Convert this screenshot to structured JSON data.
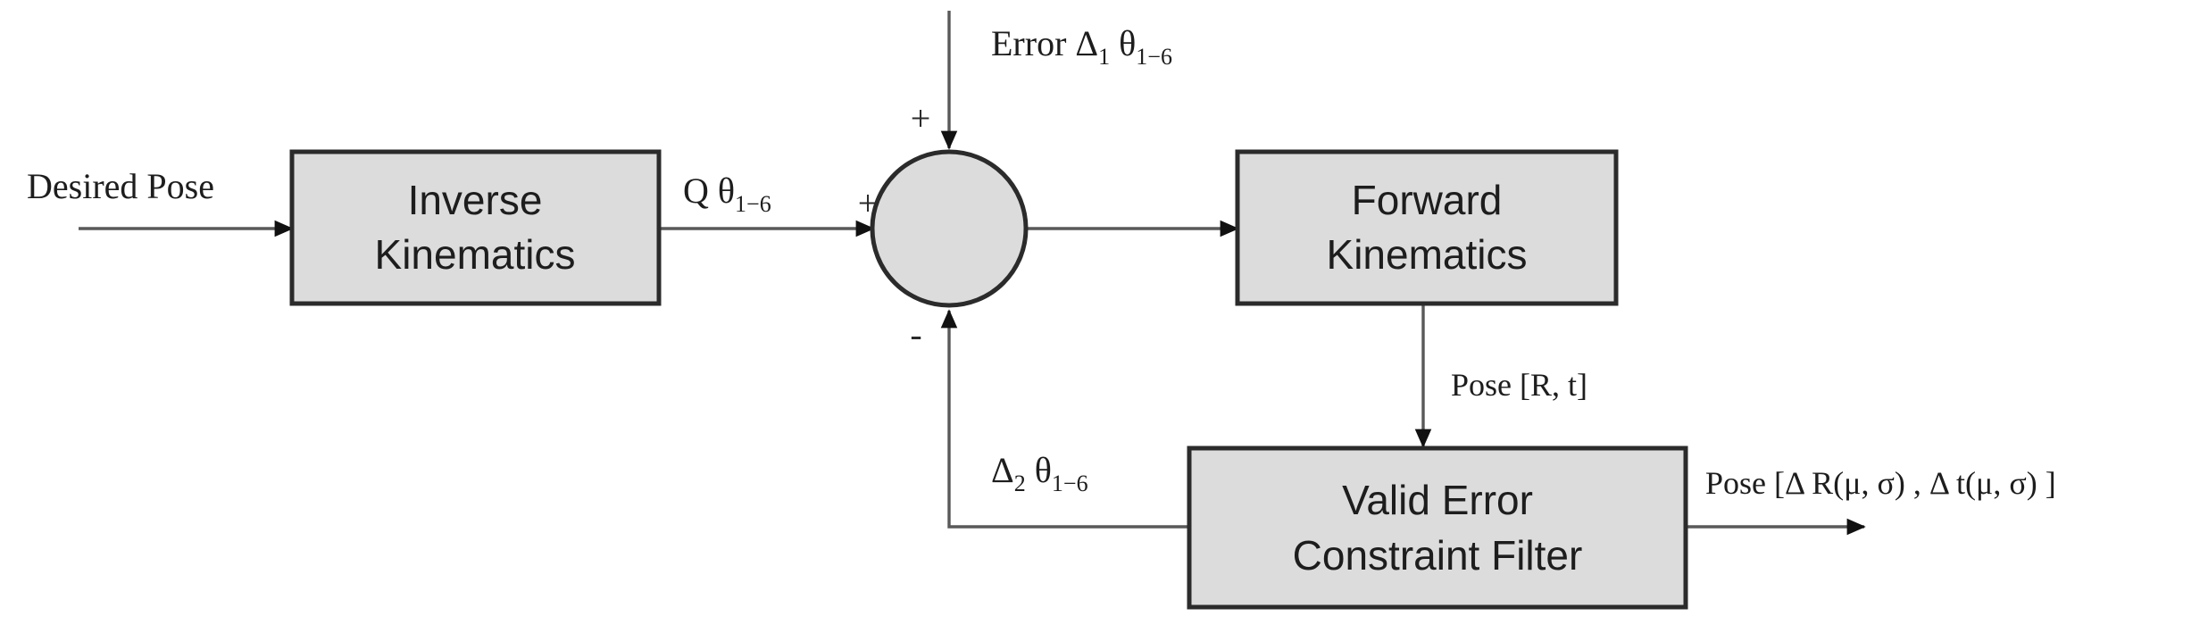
{
  "diagram": {
    "title": "Inverse/Forward Kinematics Error Feedback Block Diagram",
    "colors": {
      "block_fill": "#dcdcdc",
      "block_stroke": "#2b2b2b",
      "line": "#595959",
      "arrow_head": "#111111",
      "text": "#1d1d1d",
      "background": "#ffffff"
    },
    "blocks": [
      {
        "id": "inverse-kinematics",
        "line1": "Inverse",
        "line2": "Kinematics"
      },
      {
        "id": "forward-kinematics",
        "line1": "Forward",
        "line2": "Kinematics"
      },
      {
        "id": "valid-error-constraint-filter",
        "line1": "Valid Error",
        "line2": "Constraint Filter"
      }
    ],
    "summing_junction": {
      "id": "summing-junction",
      "plus_top": "+",
      "plus_left": "+",
      "minus_bottom": "-"
    },
    "labels": {
      "input": "Desired Pose",
      "joint_angles": "Q θ",
      "joint_angles_sub": "1−6",
      "error_top": "Error Δ",
      "error_top_sub": "1",
      "error_top_theta": " θ",
      "error_top_theta_sub": "1−6",
      "pose_rt": "Pose [R, t]",
      "feedback_delta": "Δ",
      "feedback_delta_sub": "2",
      "feedback_theta": " θ",
      "feedback_theta_sub": "1−6",
      "output": "Pose [Δ R(μ, σ) , Δ t(μ, σ) ]"
    }
  }
}
